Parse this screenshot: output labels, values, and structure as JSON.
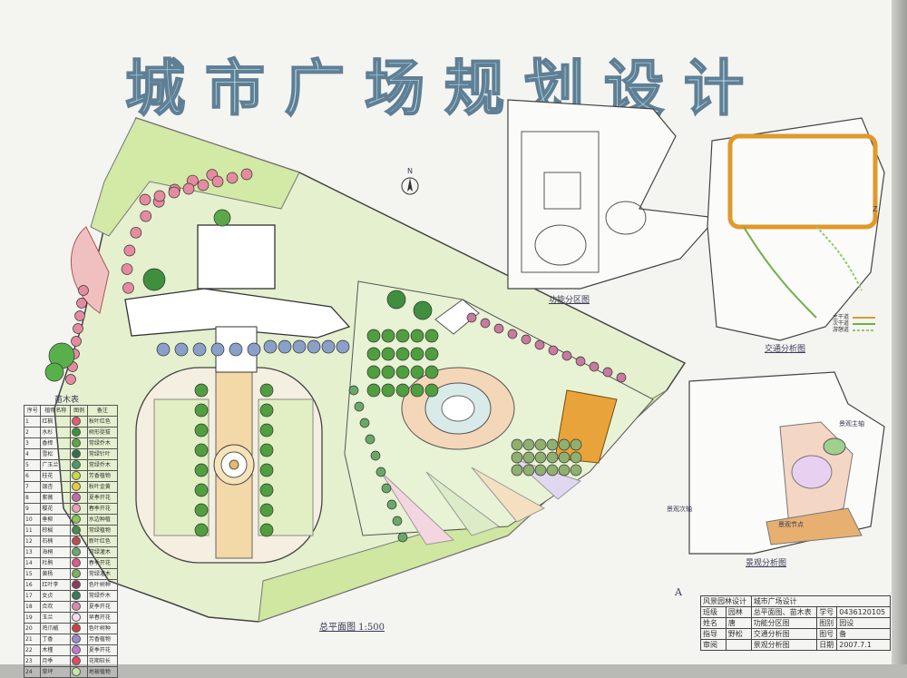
{
  "title": "城市广场规划设计",
  "master_plan": {
    "caption": "总平面图  1:500",
    "north_label": "N",
    "corner_mark": "A"
  },
  "functional_diagram": {
    "caption": "功能分区图"
  },
  "traffic_diagram": {
    "caption": "交通分析图",
    "entrance_mark": "Z",
    "legend": [
      {
        "label": "主干道",
        "color": "#e0992a"
      },
      {
        "label": "次干道",
        "color": "#6fb04a"
      },
      {
        "label": "游憩道",
        "color": "#98c86a"
      }
    ]
  },
  "landscape_diagram": {
    "caption": "景观分析图",
    "labels": [
      "景观主轴",
      "景观次轴",
      "景观节点"
    ]
  },
  "plant_legend": {
    "title": "苗木表",
    "headers": [
      "序号",
      "植物名称",
      "图例",
      "备注"
    ],
    "rows": [
      {
        "no": "1",
        "name": "红枫",
        "color": "#e06070",
        "note": "秋叶红色"
      },
      {
        "no": "2",
        "name": "水杉",
        "color": "#3f8f3f",
        "note": "树形挺拔"
      },
      {
        "no": "3",
        "name": "香樟",
        "color": "#5aa84a",
        "note": "常绿乔木"
      },
      {
        "no": "4",
        "name": "雪松",
        "color": "#2f6f4f",
        "note": "常绿针叶"
      },
      {
        "no": "5",
        "name": "广玉兰",
        "color": "#4a9a6a",
        "note": "常绿乔木"
      },
      {
        "no": "6",
        "name": "桂花",
        "color": "#c8d84a",
        "note": "芳香植物"
      },
      {
        "no": "7",
        "name": "银杏",
        "color": "#e8c84a",
        "note": "秋叶金黄"
      },
      {
        "no": "8",
        "name": "紫薇",
        "color": "#c86ab0",
        "note": "夏季开花"
      },
      {
        "no": "9",
        "name": "樱花",
        "color": "#f0a0b8",
        "note": "春季开花"
      },
      {
        "no": "10",
        "name": "垂柳",
        "color": "#8ac85a",
        "note": "水边种植"
      },
      {
        "no": "11",
        "name": "棕榈",
        "color": "#4a8a4a",
        "note": "常绿植物"
      },
      {
        "no": "12",
        "name": "石楠",
        "color": "#b85050",
        "note": "新叶红色"
      },
      {
        "no": "13",
        "name": "海桐",
        "color": "#6aa86a",
        "note": "常绿灌木"
      },
      {
        "no": "14",
        "name": "杜鹃",
        "color": "#e05a8a",
        "note": "春季开花"
      },
      {
        "no": "15",
        "name": "黄杨",
        "color": "#7ab05a",
        "note": "常绿灌木"
      },
      {
        "no": "16",
        "name": "红叶李",
        "color": "#8a3a5a",
        "note": "色叶树种"
      },
      {
        "no": "17",
        "name": "女贞",
        "color": "#3a7a5a",
        "note": "常绿乔木"
      },
      {
        "no": "18",
        "name": "合欢",
        "color": "#d88ab0",
        "note": "夏季开花"
      },
      {
        "no": "19",
        "name": "玉兰",
        "color": "#f0e0f0",
        "note": "早春开花"
      },
      {
        "no": "20",
        "name": "鸡爪槭",
        "color": "#d04040",
        "note": "色叶树种"
      },
      {
        "no": "21",
        "name": "丁香",
        "color": "#a08ad0",
        "note": "芳香植物"
      },
      {
        "no": "22",
        "name": "木槿",
        "color": "#c07ad0",
        "note": "夏季开花"
      },
      {
        "no": "23",
        "name": "月季",
        "color": "#e04a6a",
        "note": "花期较长"
      },
      {
        "no": "24",
        "name": "草坪",
        "color": "#c8e8a0",
        "note": "地被植物"
      }
    ]
  },
  "title_block": {
    "rows": [
      [
        "风景园林设计",
        "",
        "城市广场设计"
      ],
      [
        "班级",
        "园林",
        "总平面图、苗木表",
        "学号",
        "0436120105"
      ],
      [
        "姓名",
        "唐",
        "功能分区图",
        "图别",
        "园设"
      ],
      [
        "指导",
        "野松",
        "交通分析图",
        "图号",
        "备"
      ],
      [
        "审阅",
        "",
        "景观分析图",
        "日期",
        "2007.7.1"
      ]
    ]
  },
  "palette": {
    "lawn": "#d7ecb0",
    "tree": "#4f9e3f",
    "pink": "#e58ba0",
    "orange": "#e8a43a",
    "path": "#f5f5f2",
    "ink": "#333333"
  }
}
